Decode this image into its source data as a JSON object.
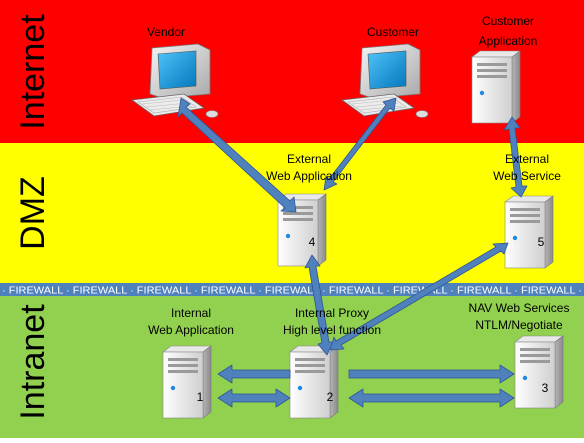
{
  "zones": {
    "internet": {
      "label": "Internet",
      "color": "#ff0000"
    },
    "dmz": {
      "label": "DMZ",
      "color": "#ffff00"
    },
    "intranet": {
      "label": "Intranet",
      "color": "#92d050"
    }
  },
  "firewall": {
    "text": "· FIREWALL · FIREWALL · FIREWALL · FIREWALL · FIREWALL · FIREWALL · FIREWALL · FIREWALL · FIREWALL ·",
    "color": "#4f81bd"
  },
  "nodes": {
    "vendor": {
      "label": "Vendor"
    },
    "customer": {
      "label": "Customer"
    },
    "customer_app": {
      "line1": "Customer",
      "line2": "Application"
    },
    "external_web_app": {
      "line1": "External",
      "line2": "Web Application",
      "number": "4"
    },
    "external_web_service": {
      "line1": "External",
      "line2": "Web Service",
      "number": "5"
    },
    "internal_web_app": {
      "line1": "Internal",
      "line2": "Web Application",
      "number": "1"
    },
    "internal_proxy": {
      "line1": "Internal Proxy",
      "line2": "High level function",
      "number": "2"
    },
    "nav_web_services": {
      "line1": "NAV Web Services",
      "line2": "NTLM/Negotiate",
      "number": "3"
    }
  },
  "arrow_color": "#4f81bd"
}
